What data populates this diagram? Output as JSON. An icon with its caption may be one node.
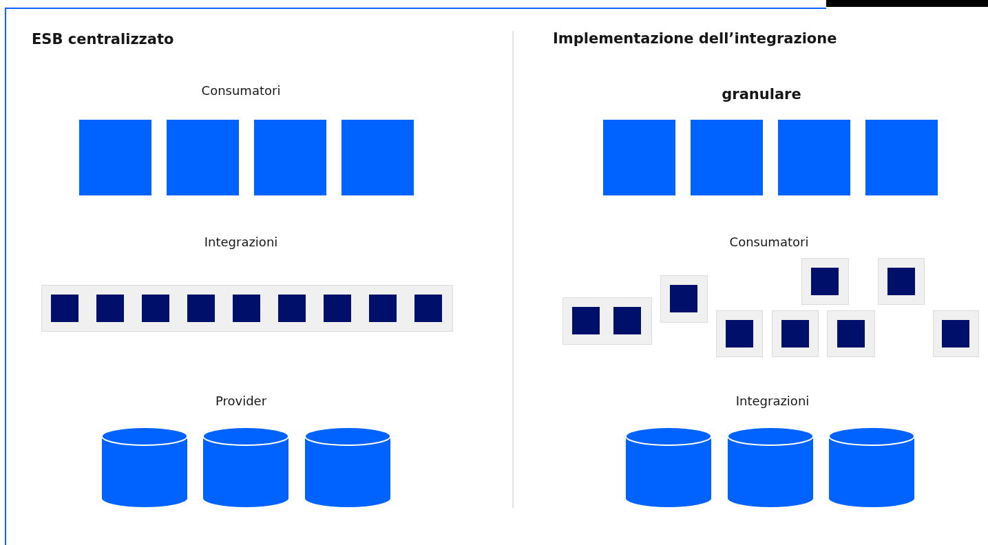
{
  "diagram": {
    "labels": [
      "ESB centralizzato",
      "Consumatori",
      "Integrazioni",
      "Provider",
      "Implementazione dell’integrazione",
      "granulare",
      "Consumatori",
      "Integrazioni"
    ]
  }
}
